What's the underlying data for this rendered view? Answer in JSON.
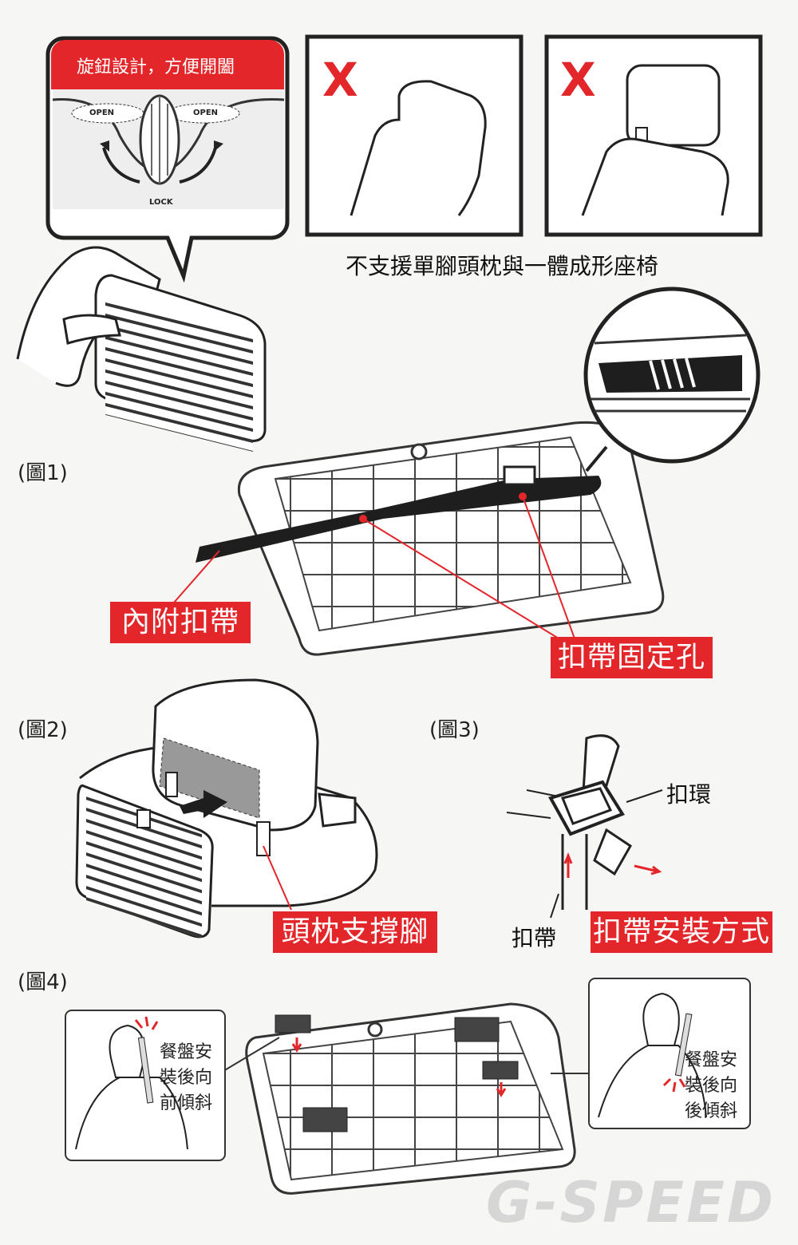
{
  "knob_callout": {
    "title": "旋鈕設計，方便開闔",
    "open_left": "OPEN",
    "open_right": "OPEN",
    "lock": "LOCK"
  },
  "unsupported": {
    "mark_1": "X",
    "mark_2": "X",
    "caption": "不支援單腳頭枕與一體成形座椅"
  },
  "figure1": {
    "label": "(圖1)",
    "strap_label": "內附扣帶",
    "holes_label": "扣帶固定孔"
  },
  "figure2": {
    "label": "(圖2)",
    "leg_label": "頭枕支撐腳"
  },
  "figure3": {
    "label": "(圖3)",
    "buckle_label": "扣環",
    "strap_label": "扣帶",
    "method_label": "扣帶安裝方式"
  },
  "figure4": {
    "label": "(圖4)",
    "left_note": "餐盤安\n裝後向\n前傾斜",
    "right_note": "餐盤安\n裝後向\n後傾斜"
  },
  "logo": "G-SPEED",
  "colors": {
    "accent": "#e2262a",
    "line": "#333333",
    "strap": "#1e1e1e"
  }
}
